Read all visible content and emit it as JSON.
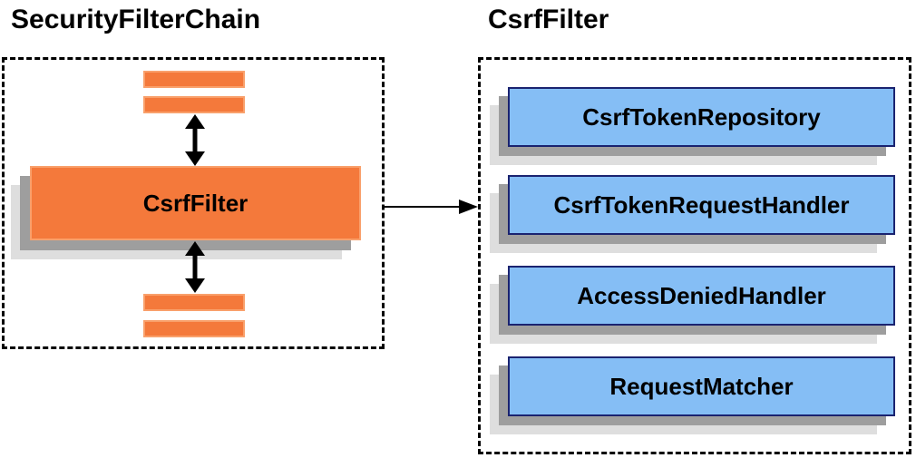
{
  "diagram": {
    "left_panel": {
      "title": "SecurityFilterChain",
      "main_box_label": "CsrfFilter"
    },
    "right_panel": {
      "title": "CsrfFilter",
      "components": [
        "CsrfTokenRepository",
        "CsrfTokenRequestHandler",
        "AccessDeniedHandler",
        "RequestMatcher"
      ]
    },
    "colors": {
      "orange_fill": "#f4793b",
      "orange_border": "#f9a06b",
      "blue_fill": "#85bef5",
      "blue_border": "#1a2370",
      "shadow_dark": "#9e9e9e",
      "shadow_light": "#dedede",
      "line_color": "#000000"
    }
  }
}
